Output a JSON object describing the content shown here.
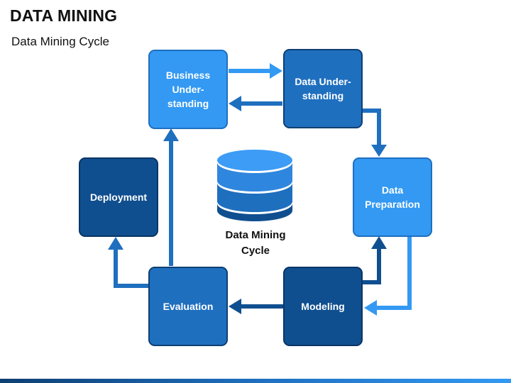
{
  "title": "DATA MINING",
  "subtitle": "Data Mining Cycle",
  "center_label": "Data Mining\nCycle",
  "nodes": {
    "business_understanding": "Business\nUnder-\nstanding",
    "data_understanding": "Data Under-\nstanding",
    "data_preparation": "Data\nPreparation",
    "modeling": "Modeling",
    "evaluation": "Evaluation",
    "deployment": "Deployment"
  },
  "colors": {
    "light_blue": "#3399f3",
    "mid_blue": "#1f6fbf",
    "dark_blue": "#104f8f",
    "box_border": "#0d3f73"
  },
  "icons": [
    "database-icon"
  ]
}
